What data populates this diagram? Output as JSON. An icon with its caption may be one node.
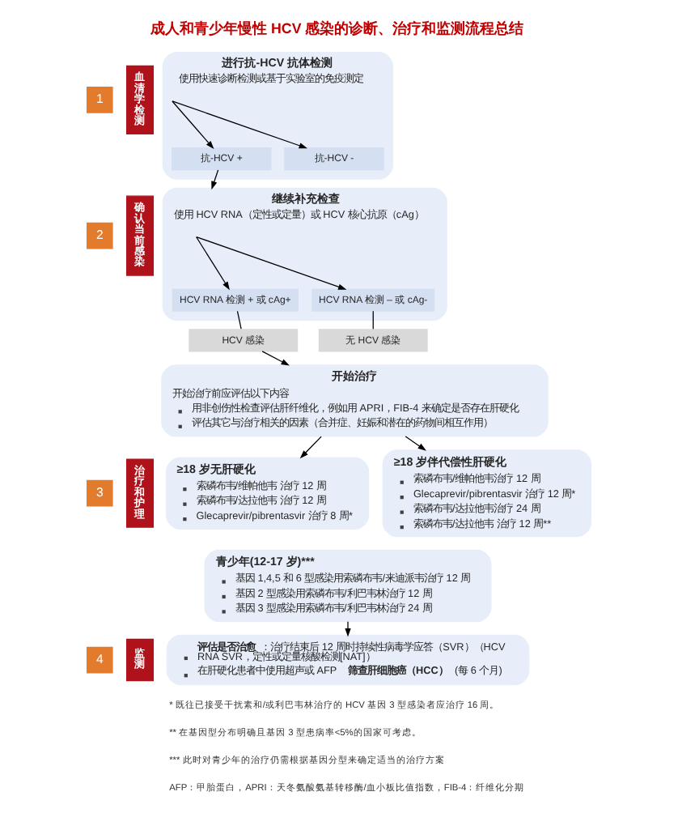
{
  "diagram": {
    "title": "成人和青少年慢性 HCV 感染的诊断、治疗和监测流程总结",
    "nodes": [
      {
        "text": [
          "1"
        ]
      },
      {
        "text": [
          "血清学检测"
        ]
      },
      {
        "text": [
          "进行抗-HCV 抗体检测",
          "使用快速诊断检测或基于实验室的免疫测定"
        ]
      },
      {
        "text": [
          "抗-HCV +"
        ],
        "in": 2
      },
      {
        "text": [
          "抗-HCV -"
        ],
        "in": 2
      },
      {
        "text": [
          "2"
        ]
      },
      {
        "text": [
          "确认当前感染"
        ]
      },
      {
        "text": [
          "继续补充检查",
          "使用 HCV RNA（定性或定量）或 HCV 核心抗原（cAg）"
        ]
      },
      {
        "text": [
          "HCV RNA 检测 + 或 cAg+"
        ],
        "in": 7
      },
      {
        "text": [
          "HCV RNA 检测 – 或 cAg-"
        ],
        "in": 7
      },
      {
        "text": [
          "HCV 感染"
        ]
      },
      {
        "text": [
          "无 HCV 感染"
        ]
      },
      {
        "text": [
          "3"
        ]
      },
      {
        "text": [
          "治疗和护理"
        ]
      },
      {
        "text": [
          "开始治疗",
          "开始治疗前应评估以下内容",
          "用非创伤性检查评估肝纤维化，例如用 APRI，FIB-4 来确定是否存在肝硬化",
          "评估其它与治疗相关的因素（合并症、妊娠和潜在的药物间相互作用）"
        ]
      },
      {
        "text": [
          "≥18 岁无肝硬化",
          "索磷布韦/维帕他韦 治疗 12 周",
          "索磷布韦/达拉他韦 治疗 12 周",
          "Glecaprevir/pibrentasvir 治疗 8 周*"
        ]
      },
      {
        "text": [
          "≥18 岁伴代偿性肝硬化",
          "索磷布韦/维帕他韦治疗 12 周",
          "Glecaprevir/pibrentasvir 治疗 12 周*",
          "索磷布韦/达拉他韦治疗 24 周",
          "索磷布韦/达拉他韦 治疗 12 周**"
        ]
      },
      {
        "text": [
          "青少年(12-17 岁)***",
          "基因 1,4,5 和 6 型感染用索磷布韦/来迪派韦治疗 12 周",
          "基因 2 型感染用索磷布韦/利巴韦林治疗 12 周",
          "基因 3 型感染用索磷布韦/利巴韦林治疗 24 周"
        ]
      },
      {
        "text": [
          "4"
        ]
      },
      {
        "text": [
          "监测"
        ]
      },
      {
        "text": [
          "**评估是否治愈**：治疗结束后 12 周时持续性病毒学应答（SVR）（HCV RNA SVR，定性或定量核酸检测[NAT]）",
          "在肝硬化患者中使用超声或 AFP **筛查肝细胞癌（HCC）**(每 6 个月)"
        ]
      }
    ],
    "edges": [
      {
        "from": 2,
        "to": 3,
        "arrow": "to"
      },
      {
        "from": 2,
        "to": 4,
        "arrow": "to"
      },
      {
        "from": 3,
        "to": 7,
        "arrow": "to"
      },
      {
        "from": 7,
        "to": 8,
        "arrow": "to"
      },
      {
        "from": 7,
        "to": 9,
        "arrow": "to"
      },
      {
        "from": 8,
        "to": 10,
        "arrow": "none"
      },
      {
        "from": 9,
        "to": 11,
        "arrow": "none"
      },
      {
        "from": 10,
        "to": 14,
        "arrow": "to"
      },
      {
        "from": 14,
        "to": 15,
        "arrow": "to"
      },
      {
        "from": 14,
        "to": 16,
        "arrow": "to"
      },
      {
        "from": 17,
        "to": 20,
        "arrow": "to"
      }
    ],
    "labels": [
      "* 既往已接受干扰素和/或利巴韦林治疗的 HCV 基因 3 型感染者应治疗 16 周。",
      "** 在基因型分布明确且基因 3 型患病率<5%的国家可考虑。",
      "*** 此时对青少年的治疗仍需根据基因分型来确定适当的治疗方案",
      "AFP：甲胎蛋白，APRI：天冬氨酸氨基转移酶/血小板比值指数，FIB-4：纤维化分期"
    ]
  }
}
